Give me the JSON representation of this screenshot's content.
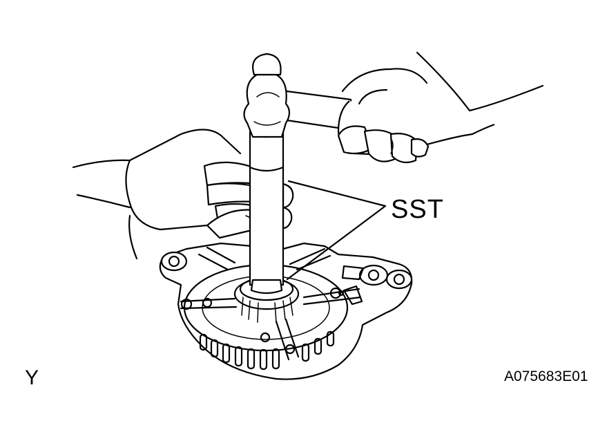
{
  "labels": {
    "sst": "SST",
    "view": "Y",
    "figure_code": "A075683E01"
  }
}
